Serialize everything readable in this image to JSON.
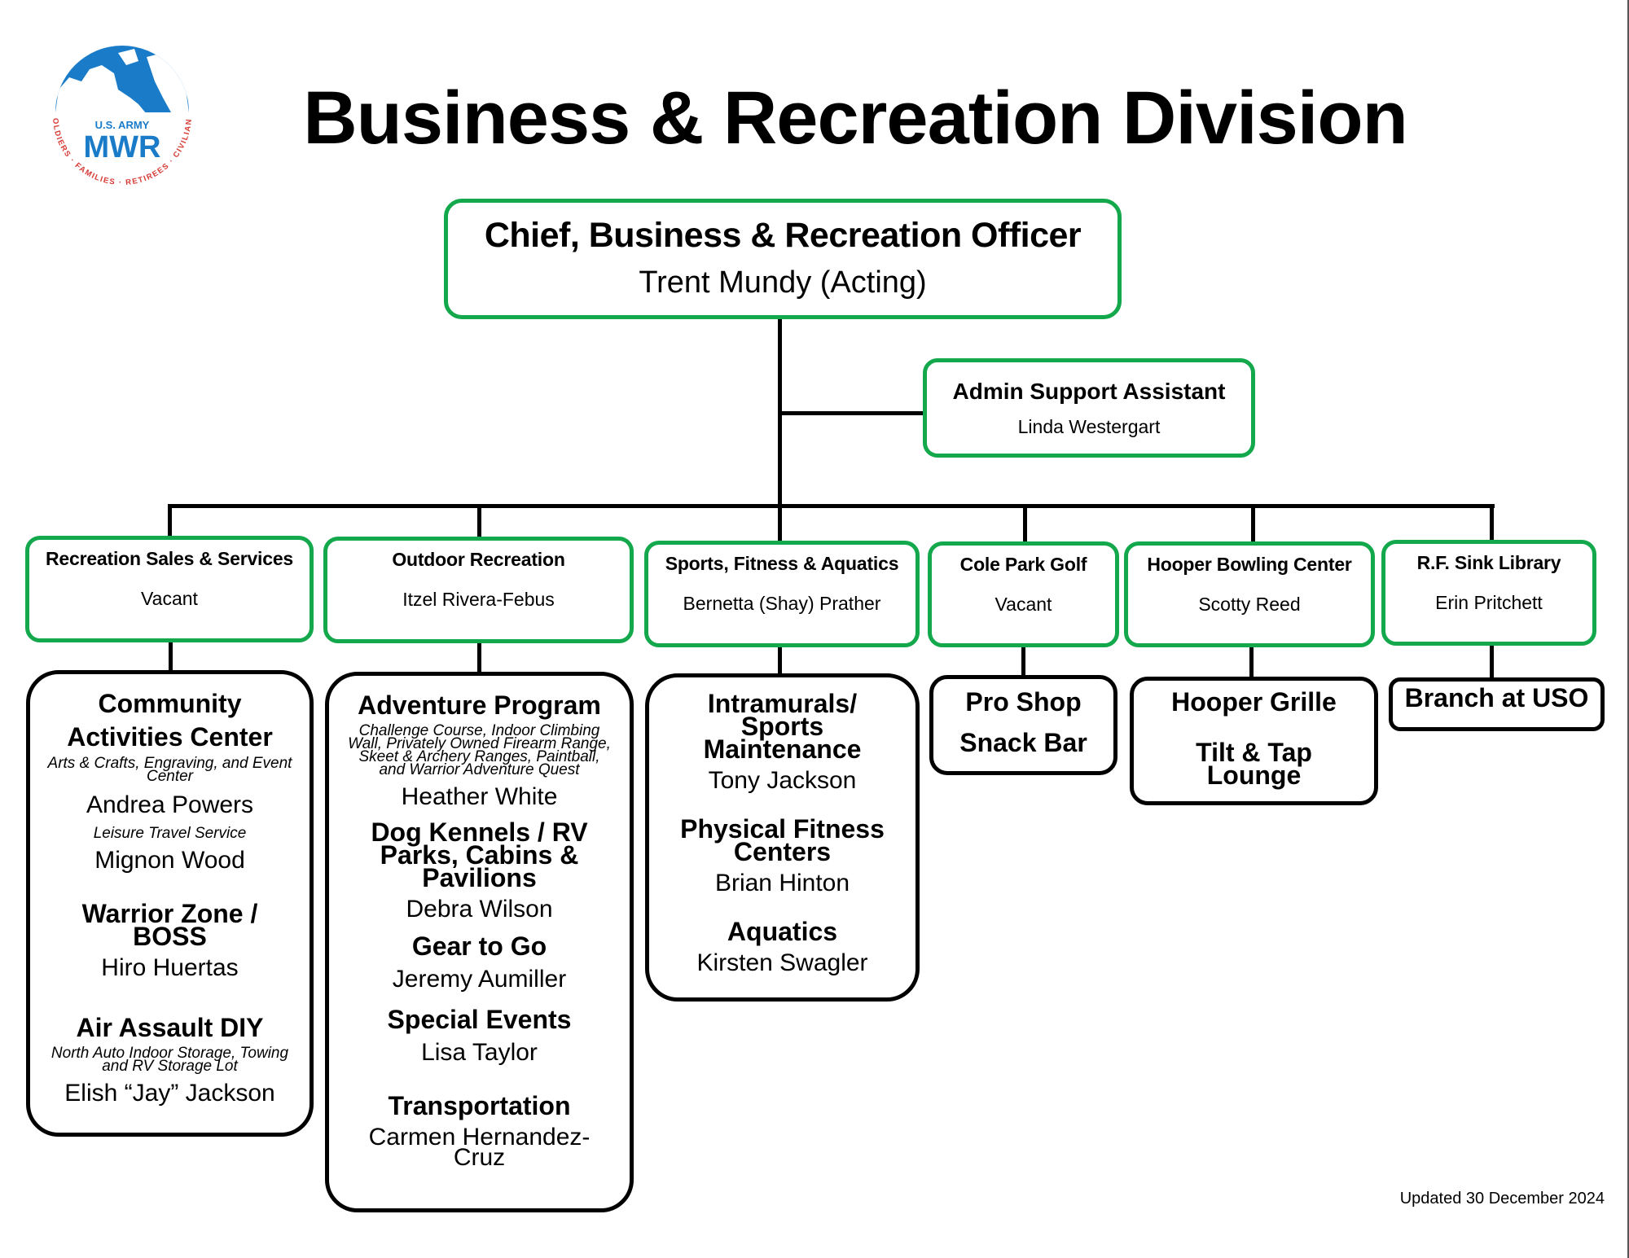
{
  "title": "Business & Recreation Division",
  "logo": {
    "top_text": "U.S. ARMY",
    "main_text": "MWR",
    "ring_text": "SOLDIERS · FAMILIES · RETIREES · CIVILIANS",
    "colors": {
      "globe": "#1a7cc9",
      "ring_text": "#d63a34"
    }
  },
  "colors": {
    "accent_border": "#13a84b",
    "line": "#000000"
  },
  "chief": {
    "title": "Chief, Business & Recreation Officer",
    "name": "Trent Mundy (Acting)"
  },
  "admin": {
    "title": "Admin Support Assistant",
    "name": "Linda Westergart"
  },
  "branches": [
    {
      "title": "Recreation Sales & Services",
      "name": "Vacant"
    },
    {
      "title": "Outdoor Recreation",
      "name": "Itzel Rivera-Febus"
    },
    {
      "title": "Sports, Fitness & Aquatics",
      "name": "Bernetta (Shay) Prather"
    },
    {
      "title": "Cole Park Golf",
      "name": "Vacant"
    },
    {
      "title": "Hooper Bowling Center",
      "name": "Scotty Reed"
    },
    {
      "title": "R.F. Sink Library",
      "name": "Erin Pritchett"
    }
  ],
  "units": {
    "rss": {
      "s0": {
        "title": "Community Activities Center",
        "desc": "Arts & Crafts, Engraving, and Event Center",
        "person": "Andrea Powers"
      },
      "s1": {
        "desc": "Leisure Travel Service",
        "person": "Mignon Wood"
      },
      "s2": {
        "title": "Warrior Zone / BOSS",
        "person": "Hiro Huertas"
      },
      "s3": {
        "title": "Air Assault DIY",
        "desc": "North Auto Indoor Storage, Towing and RV Storage Lot",
        "person": "Elish “Jay” Jackson"
      }
    },
    "outdoor": {
      "s0": {
        "title": "Adventure Program",
        "desc": "Challenge Course, Indoor Climbing Wall, Privately Owned Firearm Range, Skeet & Archery Ranges, Paintball, and Warrior Adventure Quest",
        "person": "Heather White"
      },
      "s1": {
        "title": "Dog Kennels / RV Parks, Cabins & Pavilions",
        "person": "Debra Wilson"
      },
      "s2": {
        "title": "Gear to Go",
        "person": "Jeremy Aumiller"
      },
      "s3": {
        "title": "Special Events",
        "person": "Lisa Taylor"
      },
      "s4": {
        "title": "Transportation",
        "person": "Carmen Hernandez-Cruz"
      }
    },
    "sfa": {
      "s0": {
        "title": "Intramurals/ Sports Maintenance",
        "person": "Tony Jackson"
      },
      "s1": {
        "title": "Physical Fitness Centers",
        "person": "Brian Hinton"
      },
      "s2": {
        "title": "Aquatics",
        "person": "Kirsten Swagler"
      }
    },
    "golf": {
      "items": [
        "Pro Shop",
        "Snack Bar"
      ]
    },
    "bowling": {
      "items": [
        "Hooper Grille",
        "Tilt & Tap Lounge"
      ]
    },
    "library": {
      "items": [
        "Branch at USO"
      ]
    }
  },
  "footer": {
    "updated": "Updated 30 December 2024"
  }
}
